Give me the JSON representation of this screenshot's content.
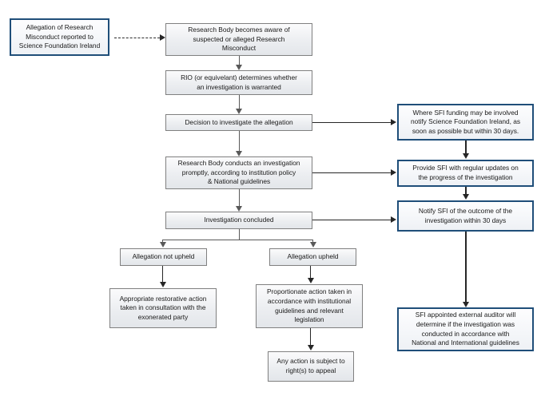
{
  "diagram": {
    "title": "Research Misconduct Reporting and Investigation Flowchart",
    "accent_blue": "#1f4e79",
    "box_border_grey": "#808080",
    "connector_grey": "#595959",
    "connector_dark": "#262626",
    "background": "#ffffff"
  },
  "nodes": {
    "allegation_reported": "Allegation of Research\nMisconduct reported to\nScience Foundation Ireland",
    "body_aware": "Research  Body becomes aware of\nsuspected or alleged Research\nMisconduct",
    "rio_determines": "RIO (or equivelant) determines whether\nan investigation is warranted",
    "decision_investigate": "Decision to investigate the allegation",
    "body_conducts": "Research Body conducts an investigation\npromptly, according to institution policy\n& National guidelines",
    "investigation_concluded": "Investigation concluded",
    "not_upheld": "Allegation not upheld",
    "upheld": "Allegation upheld",
    "restorative_action": "Appropriate restorative action\ntaken in consultation with the\nexonerated party",
    "proportionate_action": "Proportionate action taken in\naccordance with institutional\nguidelines and relevant\nlegislation",
    "right_to_appeal": "Any action is subject to\nright(s) to appeal",
    "notify_sfi_funding": "Where SFI funding may be involved\nnotify Science Foundation Ireland, as\nsoon as possible but within 30 days.",
    "regular_updates": "Provide SFI with regular updates on\nthe progress of the investigation",
    "notify_outcome": "Notify SFI of the outcome of the\ninvestigation within 30 days",
    "external_auditor": "SFI appointed external auditor will\ndetermine if the investigation was\nconducted in accordance with\nNational and International guidelines"
  }
}
